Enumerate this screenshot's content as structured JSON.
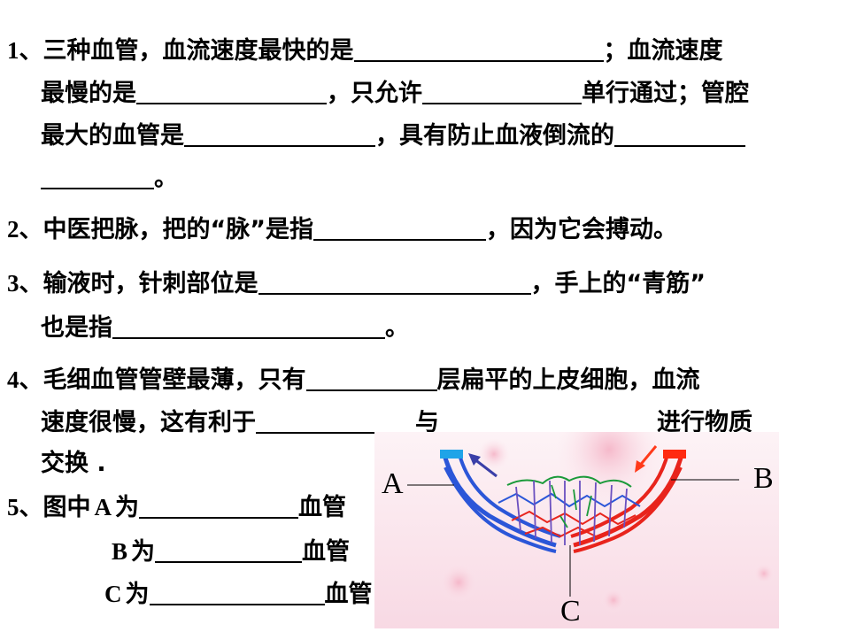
{
  "questions": {
    "q1": {
      "number": "1",
      "sep": "、",
      "l1a": "三种血管，血流速度最快的是",
      "l1b": "；血流速度",
      "l2a": "最慢的是",
      "l2b": "，只允许",
      "l2c": "单行通过；管腔",
      "l3a": "最大的血管是",
      "l3b": "，具有防止血液倒流的",
      "l4": "。"
    },
    "q2": {
      "number": "2",
      "sep": "、",
      "a": "中医把脉，把的“脉”是指",
      "b": "，因为它会搏动。"
    },
    "q3": {
      "number": "3",
      "sep": "、",
      "l1a": "输液时，针刺部位是",
      "l1b": "，手上的“青筋”",
      "l2a": "也是指",
      "l2b": "。"
    },
    "q4": {
      "number": "4",
      "sep": "、",
      "l1a": "毛细血管管壁最薄，只有",
      "l1b": "层扁平的上皮细胞，血流",
      "l2a": "速度很慢，这有利于",
      "l2b": "与",
      "l2c": "进行物质",
      "l3": "交换 ."
    },
    "q5": {
      "number": "5",
      "sep": "、",
      "l1a": "图中",
      "l1letter": "A",
      "l1b": "为",
      "l1c": "血管",
      "l2letter": "B",
      "l2b": "为",
      "l2c": "血管",
      "l3letter": "C",
      "l3b": "为",
      "l3c": "血管"
    }
  },
  "figure": {
    "label_a": "A",
    "label_b": "B",
    "label_c": "C",
    "colors": {
      "artery": "#e8241c",
      "vein": "#2b56d8",
      "capillary_green": "#1b9a3a",
      "background_pink": "#fbe7ee",
      "arrow_red": "#ff3a1a",
      "arrow_blue": "#3a3fa8"
    }
  }
}
